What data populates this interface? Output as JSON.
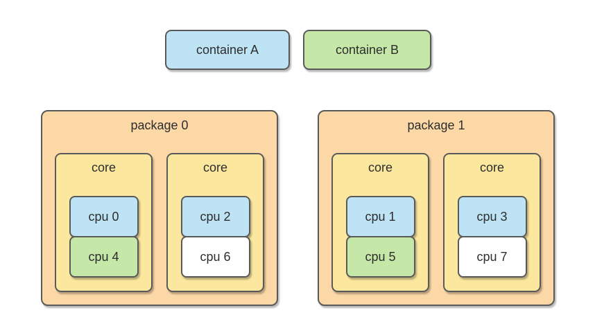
{
  "containers": [
    {
      "label": "container A",
      "fill": "#BDE3F5"
    },
    {
      "label": "container B",
      "fill": "#C5E8A9"
    }
  ],
  "packages": [
    {
      "label": "package 0",
      "fill": "#FCD8A7",
      "cores": [
        {
          "label": "core",
          "fill": "#FCE79E",
          "cpus": [
            {
              "label": "cpu 0",
              "fill": "#BDE3F5"
            },
            {
              "label": "cpu 4",
              "fill": "#C5E8A9"
            }
          ]
        },
        {
          "label": "core",
          "fill": "#FCE79E",
          "cpus": [
            {
              "label": "cpu 2",
              "fill": "#BDE3F5"
            },
            {
              "label": "cpu 6",
              "fill": "#FFFFFF"
            }
          ]
        }
      ]
    },
    {
      "label": "package 1",
      "fill": "#FCD8A7",
      "cores": [
        {
          "label": "core",
          "fill": "#FCE79E",
          "cpus": [
            {
              "label": "cpu 1",
              "fill": "#BDE3F5"
            },
            {
              "label": "cpu 5",
              "fill": "#C5E8A9"
            }
          ]
        },
        {
          "label": "core",
          "fill": "#FCE79E",
          "cpus": [
            {
              "label": "cpu 3",
              "fill": "#BDE3F5"
            },
            {
              "label": "cpu 7",
              "fill": "#FFFFFF"
            }
          ]
        }
      ]
    }
  ],
  "colors": {
    "border": "#595959",
    "text": "#2D2D2D",
    "blue": "#BDE3F5",
    "green": "#C5E8A9",
    "orange": "#FCD8A7",
    "yellow": "#FCE79E",
    "white": "#FFFFFF",
    "background": "#FFFFFF"
  }
}
